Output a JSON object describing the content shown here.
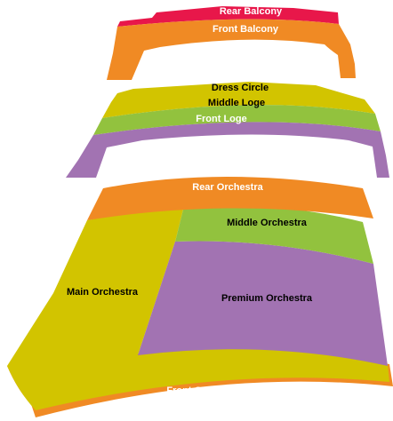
{
  "sections": {
    "rear_balcony": {
      "label": "Rear Balcony",
      "color": "#E8174A",
      "text_color": "#FFFFFF"
    },
    "front_balcony": {
      "label": "Front Balcony",
      "color": "#F08A24",
      "text_color": "#FFFFFF"
    },
    "dress_circle": {
      "label": "Dress Circle",
      "color": "#D2C400",
      "text_color": "#000000"
    },
    "middle_loge": {
      "label": "Middle Loge",
      "color": "#92C23E",
      "text_color": "#000000"
    },
    "front_loge": {
      "label": "Front Loge",
      "color": "#A273B2",
      "text_color": "#FFFFFF"
    },
    "rear_orchestra": {
      "label": "Rear Orchestra",
      "color": "#F08A24",
      "text_color": "#FFFFFF"
    },
    "middle_orchestra": {
      "label": "Middle Orchestra",
      "color": "#92C23E",
      "text_color": "#000000"
    },
    "main_orchestra": {
      "label": "Main Orchestra",
      "color": "#D2C400",
      "text_color": "#000000"
    },
    "premium_orchestra": {
      "label": "Premium Orchestra",
      "color": "#A273B2",
      "text_color": "#000000"
    },
    "front_orchestra": {
      "label": "Front Orchestra",
      "color": "#F08A24",
      "text_color": "#FFFFFF"
    }
  }
}
